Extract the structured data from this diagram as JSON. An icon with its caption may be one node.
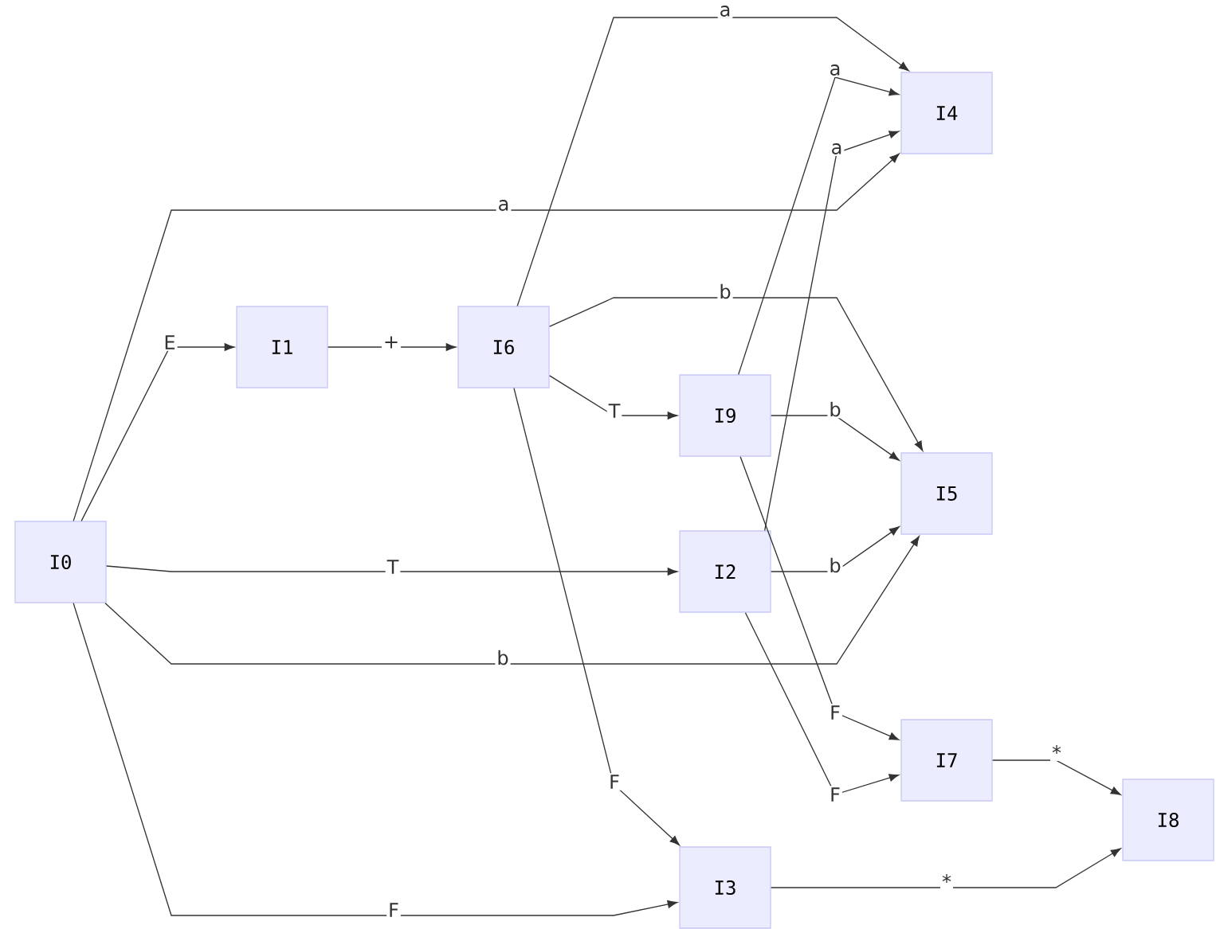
{
  "diagram": {
    "nodes": [
      {
        "text": [
          "I0"
        ]
      },
      {
        "text": [
          "I1"
        ]
      },
      {
        "text": [
          "I2"
        ]
      },
      {
        "text": [
          "I3"
        ]
      },
      {
        "text": [
          "I4"
        ]
      },
      {
        "text": [
          "I5"
        ]
      },
      {
        "text": [
          "I6"
        ]
      },
      {
        "text": [
          "I7"
        ]
      },
      {
        "text": [
          "I8"
        ]
      },
      {
        "text": [
          "I9"
        ]
      }
    ],
    "edges": [
      {
        "from": 0,
        "to": 1,
        "arrow": "to",
        "label": "E"
      },
      {
        "from": 1,
        "to": 6,
        "arrow": "to",
        "label": "+"
      },
      {
        "from": 0,
        "to": 4,
        "arrow": "to",
        "label": "a"
      },
      {
        "from": 0,
        "to": 2,
        "arrow": "to",
        "label": "T"
      },
      {
        "from": 0,
        "to": 5,
        "arrow": "to",
        "label": "b"
      },
      {
        "from": 0,
        "to": 3,
        "arrow": "to",
        "label": "F"
      },
      {
        "from": 6,
        "to": 4,
        "arrow": "to",
        "label": "a"
      },
      {
        "from": 6,
        "to": 5,
        "arrow": "to",
        "label": "b"
      },
      {
        "from": 6,
        "to": 9,
        "arrow": "to",
        "label": "T"
      },
      {
        "from": 6,
        "to": 3,
        "arrow": "to",
        "label": "F"
      },
      {
        "from": 9,
        "to": 4,
        "arrow": "to",
        "label": "a"
      },
      {
        "from": 2,
        "to": 4,
        "arrow": "to",
        "label": "a"
      },
      {
        "from": 9,
        "to": 5,
        "arrow": "to",
        "label": "b"
      },
      {
        "from": 2,
        "to": 5,
        "arrow": "to",
        "label": "b"
      },
      {
        "from": 9,
        "to": 7,
        "arrow": "to",
        "label": "F"
      },
      {
        "from": 2,
        "to": 7,
        "arrow": "to",
        "label": "F"
      },
      {
        "from": 7,
        "to": 8,
        "arrow": "to",
        "label": "*"
      },
      {
        "from": 3,
        "to": 8,
        "arrow": "to",
        "label": "*"
      }
    ]
  }
}
